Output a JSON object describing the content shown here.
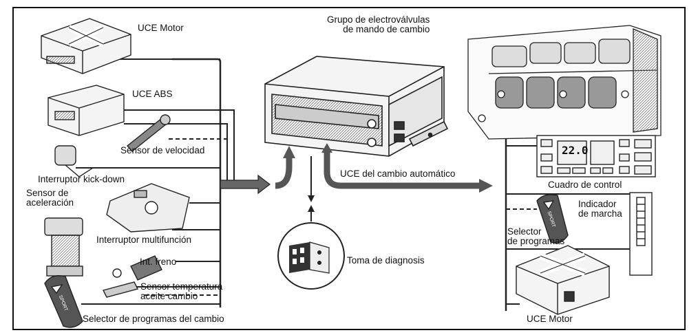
{
  "labels": {
    "uce_motor_top": "UCE Motor",
    "uce_abs": "UCE   ABS",
    "sensor_velocidad": "Sensor de velocidad",
    "kickdown": "Interruptor kick-down",
    "sensor_aceleracion": "Sensor de\naceleración",
    "multifuncion": "Interruptor multifunción",
    "int_freno": "Int. freno",
    "sensor_temp": "Sensor temperatura\naceite cambio",
    "selector_cambio": "Selector de programas del cambio",
    "electrovalvulas": "Grupo de electroválvulas\nde mando de cambio",
    "uce_cambio": "UCE del cambio automático",
    "cuadro_control": "Cuadro de control",
    "indicador_marcha": "Indicador\nde marcha",
    "selector_programas": "Selector\nde programas",
    "toma_diagnosis": "Toma de diagnosis",
    "uce_motor_bottom": "UCE Motor"
  },
  "control_panel": {
    "display_value": "22.0"
  },
  "selector_text": "SPORT"
}
